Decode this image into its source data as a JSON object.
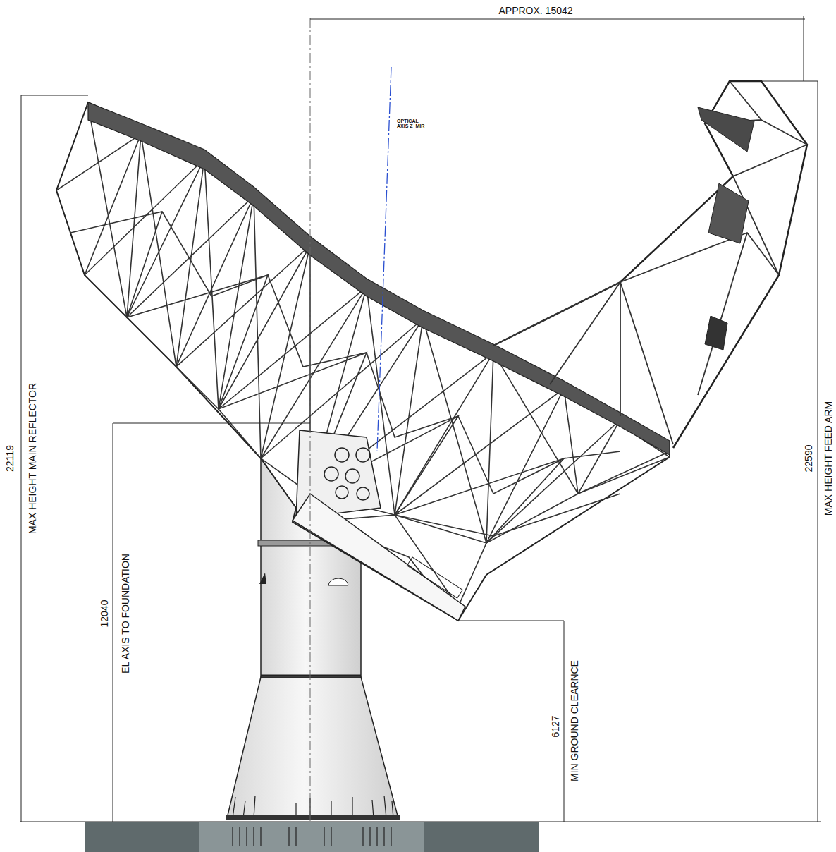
{
  "diagram": {
    "labels": [
      "APPROX. 15042",
      "OPTICAL AXIS Z_MIR",
      "22119",
      "MAX HEIGHT MAIN REFLECTOR",
      "12040",
      "EL AXIS TO FOUNDATION",
      "6127",
      "MIN GROUND CLEARNCE",
      "22590",
      "MAX HEIGHT FEED ARM"
    ]
  }
}
